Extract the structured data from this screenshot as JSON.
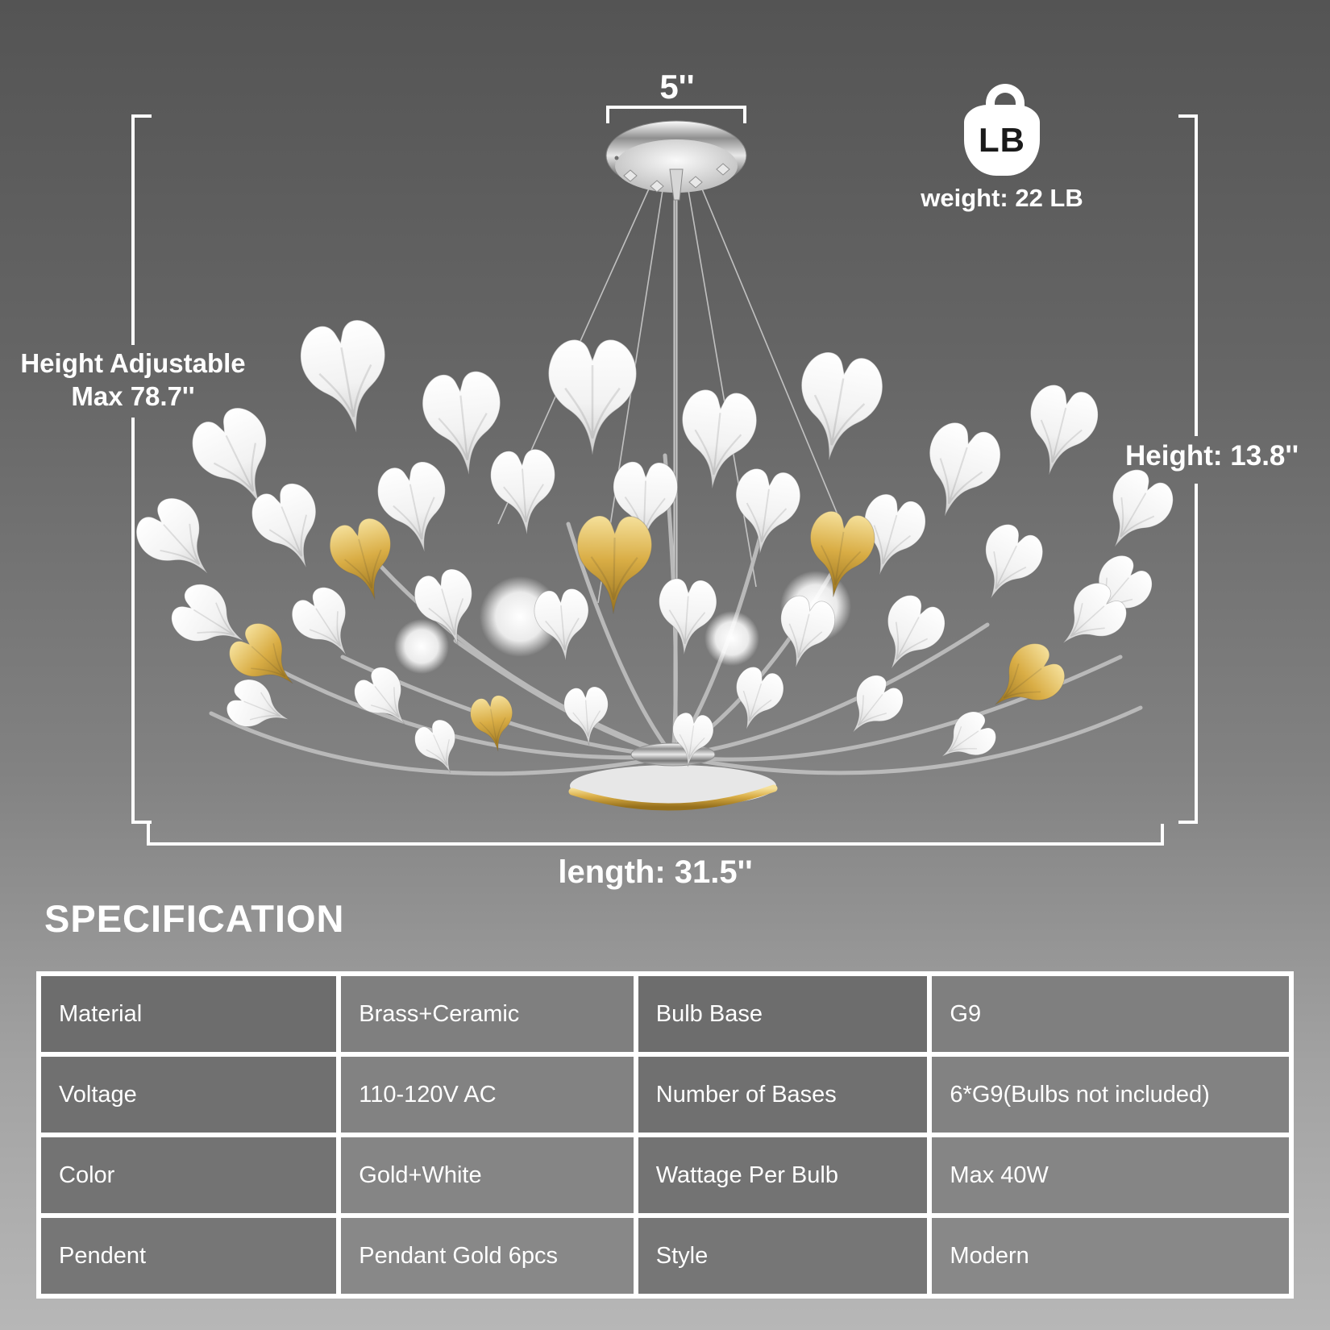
{
  "annotations": {
    "canopy_width": "5''",
    "height_adjustable_line1": "Height Adjustable",
    "height_adjustable_line2": "Max 78.7''",
    "height": "Height: 13.8''",
    "length": "length: 31.5''",
    "weight_icon_label": "LB",
    "weight": "weight: 22 LB"
  },
  "spec_table": {
    "title": "SPECIFICATION",
    "rows": [
      {
        "label1": "Material",
        "value1": "Brass+Ceramic",
        "label2": "Bulb Base",
        "value2": "G9"
      },
      {
        "label1": "Voltage",
        "value1": "110-120V AC",
        "label2": "Number of Bases",
        "value2": "6*G9(Bulbs not included)"
      },
      {
        "label1": "Color",
        "value1": "Gold+White",
        "label2": "Wattage Per Bulb",
        "value2": "Max 40W"
      },
      {
        "label1": "Pendent",
        "value1": "Pendant Gold 6pcs",
        "label2": "Style",
        "value2": "Modern"
      }
    ]
  },
  "colors": {
    "gold": "#c79b33",
    "leaf_white": "#f2f2f2",
    "chrome": "#c4c4c4",
    "dimension_line": "#ffffff",
    "background_top": "#545454",
    "background_bottom": "#b7b7b7",
    "table_label_cell": "#6d6d6d",
    "table_value_cell": "#7f7f7f",
    "table_border": "#ffffff"
  }
}
